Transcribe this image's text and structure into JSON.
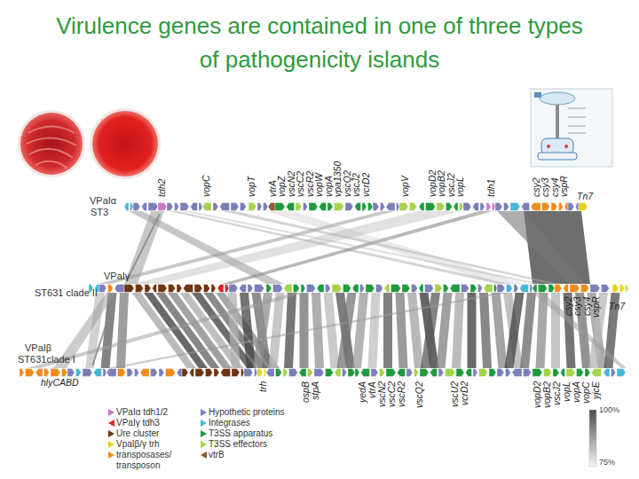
{
  "diagram": {
    "title": "Virulence genes are contained in one of three types of pathogenicity islands",
    "nodes": [
      {
        "text": [
          "VPaIα",
          "ST3"
        ]
      },
      {
        "text": [
          "VPaIγ",
          "ST631 clade II"
        ]
      },
      {
        "text": [
          "VPaIβ",
          "ST631clade I"
        ]
      }
    ],
    "edges": [
      {
        "from": 0,
        "to": 1,
        "arrow": "none"
      },
      {
        "from": 1,
        "to": 2,
        "arrow": "none"
      }
    ],
    "labels": [
      "tdh2",
      "vopC",
      "vopT",
      "vtrA",
      "vopZ",
      "vscN2",
      "vscC2",
      "vscR2",
      "vopW",
      "vopA",
      "vpa1350",
      "vscQ2",
      "vscJ2",
      "vcrD2",
      "vopV",
      "vopD2",
      "vopB2",
      "vscJ2",
      "vopL",
      "tdh1",
      "csy2",
      "csy3",
      "csy4",
      "vspR",
      "Tn7",
      "csy2",
      "csy3",
      "csy4",
      "vspR",
      "Tn7",
      "hlyCABD",
      "trh",
      "ospB",
      "stpA",
      "yedA",
      "vtrA",
      "vscN2",
      "vscC2",
      "vscR2",
      "vscQ2",
      "vscU2",
      "vcrD2",
      "vopD2",
      "vopB2",
      "vscJ2",
      "vopL",
      "vopA",
      "vopC",
      "yjcE",
      "100%",
      "75%"
    ],
    "legend": [
      {
        "text": "VPaIα tdh1/2",
        "color": "#c77ac7"
      },
      {
        "text": "VPaIγ tdh3",
        "color": "#d9262b"
      },
      {
        "text": "Ure cluster",
        "color": "#6e3513"
      },
      {
        "text": "VpaIβ/γ trh",
        "color": "#e8d21e"
      },
      {
        "text": "transposases/ transposon",
        "color": "#f08c1a"
      },
      {
        "text": "Hypothetic proteins",
        "color": "#7b7fb8"
      },
      {
        "text": "Integrases",
        "color": "#46b6d8"
      },
      {
        "text": "T3SS apparatus",
        "color": "#1f9a3e"
      },
      {
        "text": "T3SS effectors",
        "color": "#a6d34c"
      },
      {
        "text": "vtrB",
        "color": "#8c5a2c"
      }
    ]
  }
}
